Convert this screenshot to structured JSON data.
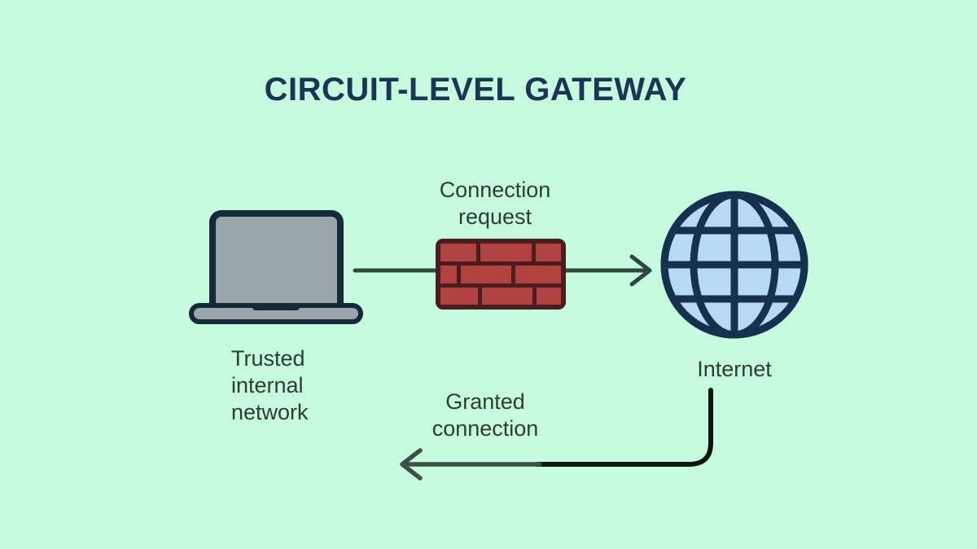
{
  "title": "CIRCUIT-LEVEL GATEWAY",
  "nodes": {
    "trusted_network_label": "Trusted internal network",
    "internet_label": "Internet"
  },
  "flows": {
    "connection_request_label": "Connection request",
    "granted_connection_label": "Granted connection"
  },
  "icons": {
    "laptop": "laptop-icon",
    "firewall": "firewall-icon",
    "globe": "globe-icon",
    "request_arrow": "arrow-right-icon",
    "granted_arrow": "arrow-left-icon"
  },
  "colors": {
    "background": "#c5fade",
    "title_navy": "#1d3455",
    "label_text": "#2e3c35",
    "laptop_gray": "#9aa6ac",
    "laptop_outline": "#142a37",
    "brick_red": "#b2423f",
    "brick_mortar": "#4a1e1e",
    "globe_fill": "#b9d8f4",
    "globe_stroke": "#16314d",
    "arrow_teal": "#2f4641",
    "granted_arrow_gray": "#3c4f4a",
    "connector_black": "#0d1411"
  }
}
